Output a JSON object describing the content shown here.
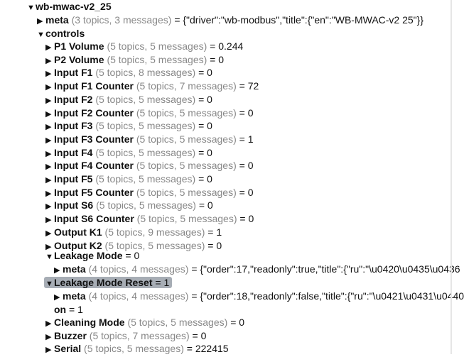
{
  "tree": {
    "root": {
      "name": "wb-mwac-v2_25"
    },
    "meta_top": {
      "name": "meta",
      "info": "(3 topics, 3 messages)",
      "value": "= {\"driver\":\"wb-modbus\",\"title\":{\"en\":\"WB-MWAC-v2 25\"}}"
    },
    "controls": {
      "name": "controls"
    },
    "items": [
      {
        "name": "P1 Volume",
        "info": "(5 topics, 5 messages)",
        "value": "= 0.244"
      },
      {
        "name": "P2 Volume",
        "info": "(5 topics, 5 messages)",
        "value": "= 0"
      },
      {
        "name": "Input F1",
        "info": "(5 topics, 8 messages)",
        "value": "= 0"
      },
      {
        "name": "Input F1 Counter",
        "info": "(5 topics, 7 messages)",
        "value": "= 72"
      },
      {
        "name": "Input F2",
        "info": "(5 topics, 5 messages)",
        "value": "= 0"
      },
      {
        "name": "Input F2 Counter",
        "info": "(5 topics, 5 messages)",
        "value": "= 0"
      },
      {
        "name": "Input F3",
        "info": "(5 topics, 5 messages)",
        "value": "= 0"
      },
      {
        "name": "Input F3 Counter",
        "info": "(5 topics, 5 messages)",
        "value": "= 1"
      },
      {
        "name": "Input F4",
        "info": "(5 topics, 5 messages)",
        "value": "= 0"
      },
      {
        "name": "Input F4 Counter",
        "info": "(5 topics, 5 messages)",
        "value": "= 0"
      },
      {
        "name": "Input F5",
        "info": "(5 topics, 5 messages)",
        "value": "= 0"
      },
      {
        "name": "Input F5 Counter",
        "info": "(5 topics, 5 messages)",
        "value": "= 0"
      },
      {
        "name": "Input S6",
        "info": "(5 topics, 5 messages)",
        "value": "= 0"
      },
      {
        "name": "Input S6 Counter",
        "info": "(5 topics, 5 messages)",
        "value": "= 0"
      },
      {
        "name": "Output K1",
        "info": "(5 topics, 9 messages)",
        "value": "= 1"
      },
      {
        "name": "Output K2",
        "info": "(5 topics, 5 messages)",
        "value": "= 0"
      }
    ],
    "leakage_mode": {
      "name": "Leakage Mode",
      "value": "= 0",
      "meta": {
        "name": "meta",
        "info": "(4 topics, 4 messages)",
        "value": "= {\"order\":17,\"readonly\":true,\"title\":{\"ru\":\"\\u0420\\u0435\\u0436"
      }
    },
    "leakage_mode_reset": {
      "name": "Leakage Mode Reset",
      "value": "= 1",
      "meta": {
        "name": "meta",
        "info": "(4 topics, 4 messages)",
        "value": "= {\"order\":18,\"readonly\":false,\"title\":{\"ru\":\"\\u0421\\u0431\\u0440"
      },
      "on": {
        "name": "on",
        "value": "= 1"
      }
    },
    "tail": [
      {
        "name": "Cleaning Mode",
        "info": "(5 topics, 5 messages)",
        "value": "= 0"
      },
      {
        "name": "Buzzer",
        "info": "(5 topics, 7 messages)",
        "value": "= 0"
      },
      {
        "name": "Serial",
        "info": "(5 topics, 5 messages)",
        "value": "= 222415"
      }
    ],
    "icons": {
      "expanded": "▼",
      "collapsed": "▶"
    }
  }
}
